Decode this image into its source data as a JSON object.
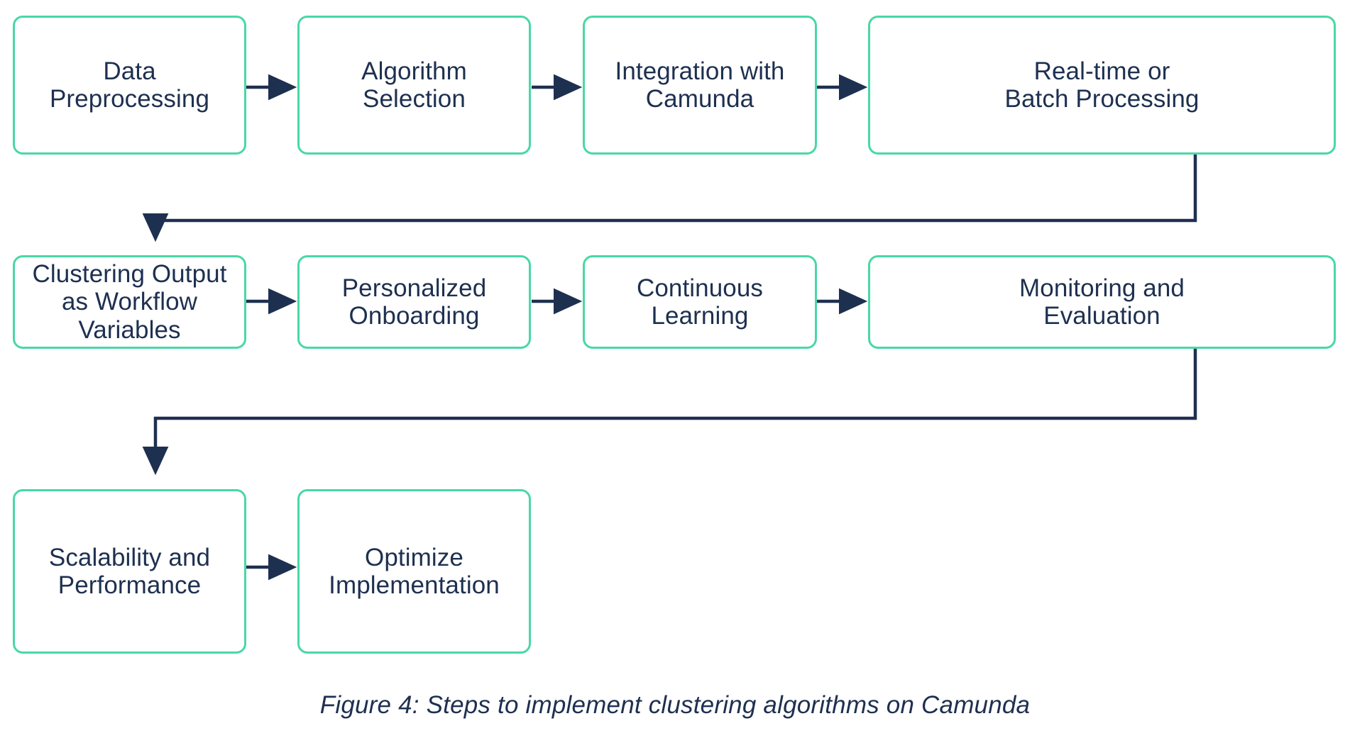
{
  "figure": {
    "caption": "Figure 4: Steps to implement clustering algorithms on Camunda",
    "border_color": "#49d8a4",
    "text_color": "#1e3050",
    "connector_color": "#1e3050",
    "background_color": "#ffffff"
  },
  "nodes": [
    {
      "id": "data-preprocessing",
      "label": "Data\nPreprocessing",
      "row": 1,
      "col": 1
    },
    {
      "id": "algorithm-selection",
      "label": "Algorithm\nSelection",
      "row": 1,
      "col": 2
    },
    {
      "id": "integration-with-camunda",
      "label": "Integration with\nCamunda",
      "row": 1,
      "col": 3
    },
    {
      "id": "realtime-or-batch",
      "label": "Real-time or\nBatch Processing",
      "row": 1,
      "col": 4
    },
    {
      "id": "clustering-output",
      "label": "Clustering Output\nas Workflow\nVariables",
      "row": 2,
      "col": 1
    },
    {
      "id": "personalized-onboarding",
      "label": "Personalized\nOnboarding",
      "row": 2,
      "col": 2
    },
    {
      "id": "continuous-learning",
      "label": "Continuous\nLearning",
      "row": 2,
      "col": 3
    },
    {
      "id": "monitoring-and-evaluation",
      "label": "Monitoring and\nEvaluation",
      "row": 2,
      "col": 4
    },
    {
      "id": "scalability-and-performance",
      "label": "Scalability and\nPerformance",
      "row": 3,
      "col": 1
    },
    {
      "id": "optimize-implementation",
      "label": "Optimize\nImplementation",
      "row": 3,
      "col": 2
    }
  ],
  "connectors": [
    {
      "id": "arrow-1",
      "from": "data-preprocessing",
      "to": "algorithm-selection",
      "kind": "horizontal"
    },
    {
      "id": "arrow-2",
      "from": "algorithm-selection",
      "to": "integration-with-camunda",
      "kind": "horizontal"
    },
    {
      "id": "arrow-3",
      "from": "integration-with-camunda",
      "to": "realtime-or-batch",
      "kind": "horizontal"
    },
    {
      "id": "arrow-4",
      "from": "realtime-or-batch",
      "to": "clustering-output",
      "kind": "wrap-down"
    },
    {
      "id": "arrow-5",
      "from": "clustering-output",
      "to": "personalized-onboarding",
      "kind": "horizontal"
    },
    {
      "id": "arrow-6",
      "from": "personalized-onboarding",
      "to": "continuous-learning",
      "kind": "horizontal"
    },
    {
      "id": "arrow-7",
      "from": "continuous-learning",
      "to": "monitoring-and-evaluation",
      "kind": "horizontal"
    },
    {
      "id": "arrow-8",
      "from": "monitoring-and-evaluation",
      "to": "scalability-and-performance",
      "kind": "wrap-down"
    },
    {
      "id": "arrow-9",
      "from": "scalability-and-performance",
      "to": "optimize-implementation",
      "kind": "horizontal"
    }
  ]
}
